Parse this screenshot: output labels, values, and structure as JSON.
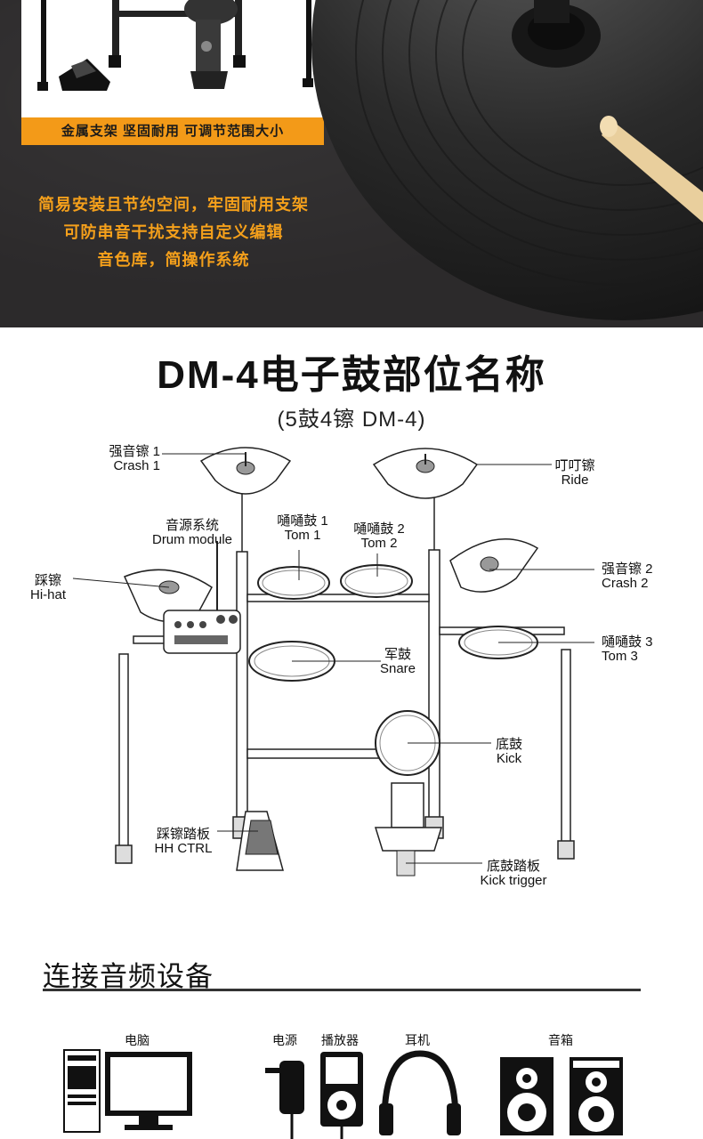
{
  "hero": {
    "banner": "金属支架  坚固耐用  可调节范围大小",
    "lines": [
      "简易安装且节约空间，牢固耐用支架",
      "可防串音干扰支持自定义编辑",
      "音色库，简操作系统"
    ]
  },
  "parts": {
    "title": "DM-4电子鼓部位名称",
    "subtitle": "(5鼓4镲 DM-4)",
    "labels": {
      "crash1": {
        "cn": "强音镲 1",
        "en": "Crash 1"
      },
      "ride": {
        "cn": "叮叮镲",
        "en": "Ride"
      },
      "module": {
        "cn": "音源系统",
        "en": "Drum module"
      },
      "tom1": {
        "cn": "嗵嗵鼓 1",
        "en": "Tom 1"
      },
      "tom2": {
        "cn": "嗵嗵鼓 2",
        "en": "Tom 2"
      },
      "hihat": {
        "cn": "踩镲",
        "en": "Hi-hat"
      },
      "crash2": {
        "cn": "强音镲 2",
        "en": "Crash 2"
      },
      "tom3": {
        "cn": "嗵嗵鼓 3",
        "en": "Tom 3"
      },
      "snare": {
        "cn": "军鼓",
        "en": "Snare"
      },
      "kick": {
        "cn": "底鼓",
        "en": "Kick"
      },
      "hhctrl": {
        "cn": "踩镲踏板",
        "en": "HH CTRL"
      },
      "kicktrigger": {
        "cn": "底鼓踏板",
        "en": "Kick trigger"
      }
    }
  },
  "connect": {
    "title": "连接音频设备",
    "devices": {
      "computer": "电脑",
      "power": "电源",
      "player": "播放器",
      "headphones": "耳机",
      "speakers": "音箱"
    }
  }
}
